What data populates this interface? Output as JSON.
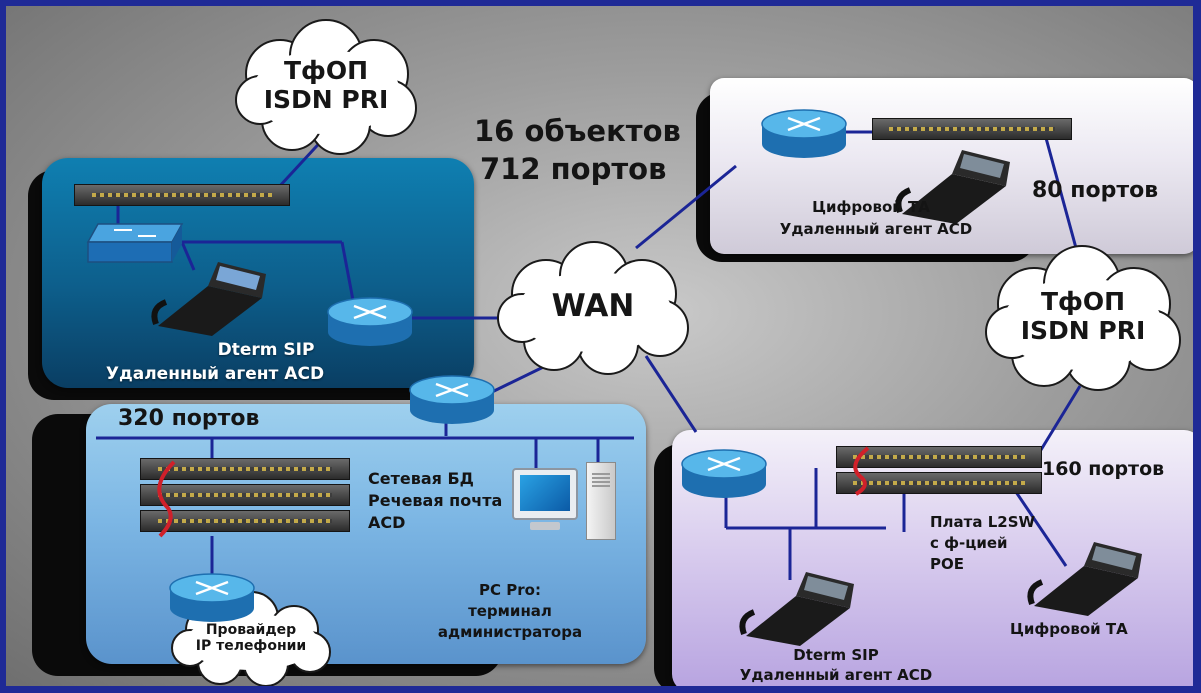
{
  "colors": {
    "frame": "#1f2a96",
    "link": "#1b2596",
    "router": "#3aa4dd",
    "text_white": "#ffffff",
    "text_black": "#141414"
  },
  "clouds": {
    "pstn_top": {
      "line1": "ТфОП",
      "line2": "ISDN PRI"
    },
    "pstn_right": {
      "line1": "ТфОП",
      "line2": "ISDN PRI"
    },
    "wan": {
      "label": "WAN"
    },
    "provider": {
      "line1": "Провайдер",
      "line2": "IP телефонии"
    }
  },
  "summary": {
    "sites": "16 объектов",
    "ports": "712 портов"
  },
  "site_top_left": {
    "phone_label": "Dterm SIP",
    "agent_label": "Удаленный агент ACD"
  },
  "site_top_right": {
    "ports": "80 портов",
    "phone_label": "Цифровой ТА",
    "agent_label": "Удаленный агент ACD"
  },
  "site_bottom_left": {
    "ports": "320 портов",
    "features": [
      "Сетевая БД",
      "Речевая почта",
      "ACD"
    ],
    "pc_label": [
      "PC Pro:",
      "терминал",
      "администратора"
    ]
  },
  "site_bottom_right": {
    "ports": "160 портов",
    "card_label": [
      "Плата L2SW",
      "с ф-цией",
      "POE"
    ],
    "digital_phone": "Цифровой ТА",
    "sip_phone": "Dterm SIP",
    "agent_label": "Удаленный агент ACD"
  },
  "icons": [
    "router-icon",
    "switch-icon",
    "server-rack-icon",
    "phone-icon",
    "pc-icon",
    "cloud-icon"
  ]
}
